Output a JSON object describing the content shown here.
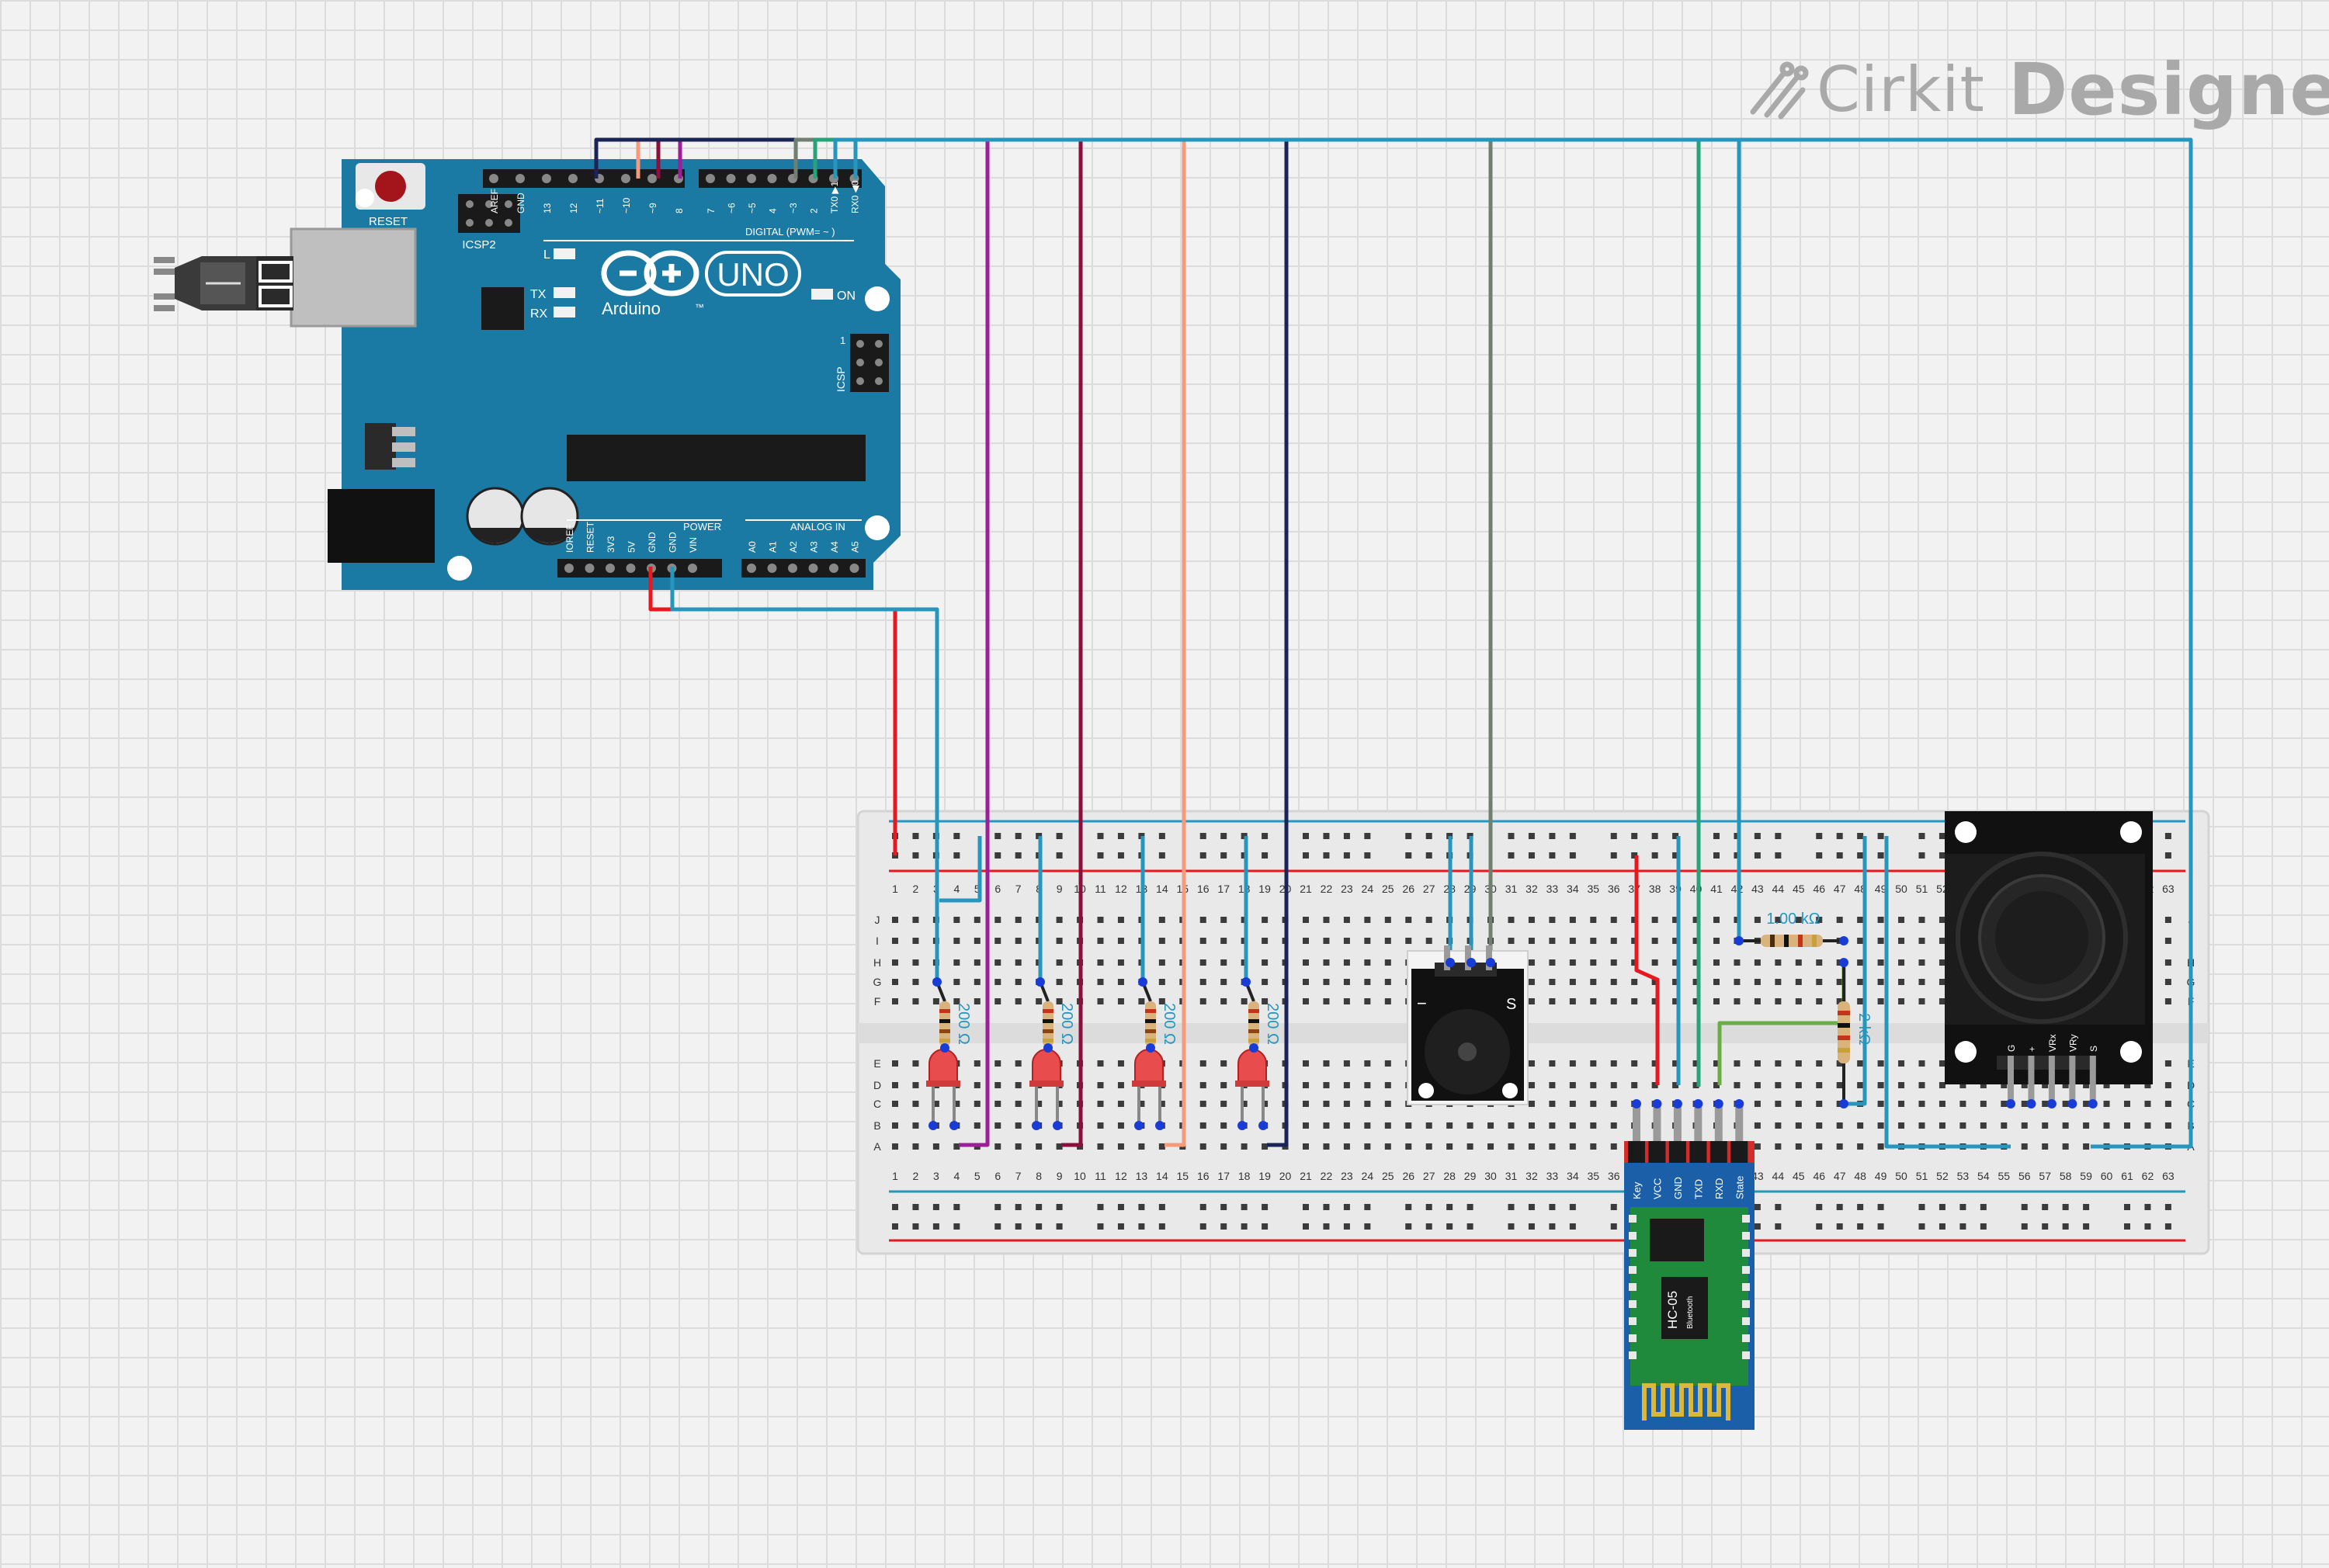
{
  "brand": {
    "name_light": "Cirkit",
    "name_bold": "Designer"
  },
  "colors": {
    "arduino_board": "#1b7aa3",
    "breadboard": "#e9e9e9",
    "wire_red": "#e8181f",
    "wire_blue": "#2596be",
    "wire_purple": "#9b1f97",
    "wire_maroon": "#8a0f3c",
    "wire_salmon": "#f59b7c",
    "wire_navy": "#1a2456",
    "wire_grey": "#6f7f70",
    "wire_green": "#27a37a",
    "wire_lightgreen": "#6aad43"
  },
  "arduino": {
    "reset_label": "RESET",
    "icsp2_label": "ICSP2",
    "icsp_label": "ICSP",
    "icsp_pin1": "1",
    "uno_label": "UNO",
    "brand_label": "Arduino",
    "tm_label": "™",
    "on_label": "ON",
    "l_label": "L",
    "tx_label": "TX",
    "rx_label": "RX",
    "digital_label": "DIGITAL (PWM= ~ )",
    "power_label": "POWER",
    "analog_label": "ANALOG IN",
    "top_pins": [
      "AREF",
      "GND",
      "13",
      "12",
      "~11",
      "~10",
      "~9",
      "8",
      "7",
      "~6",
      "~5",
      "4",
      "~3",
      "2",
      "TX0 ▶1",
      "RX0 ◀0"
    ],
    "bottom_pins": [
      "IOREF",
      "RESET",
      "3V3",
      "5V",
      "GND",
      "GND",
      "VIN",
      "A0",
      "A1",
      "A2",
      "A3",
      "A4",
      "A5"
    ]
  },
  "breadboard": {
    "columns": 63,
    "row_letters_top": [
      "J",
      "I",
      "H",
      "G",
      "F"
    ],
    "row_letters_bottom": [
      "E",
      "D",
      "C",
      "B",
      "A"
    ]
  },
  "components": {
    "resistor_led": [
      "200 Ω",
      "200 Ω",
      "200 Ω",
      "200 Ω"
    ],
    "resistor_1k": "1.00 kΩ",
    "resistor_2k": "2 kΩ",
    "buzzer_pin": "S",
    "hc05": {
      "pins": [
        "Key",
        "VCC",
        "GND",
        "TXD",
        "RXD",
        "State"
      ],
      "name": "HC-05",
      "sub": "Bluetooth"
    },
    "joystick": {
      "pins": [
        "G",
        "+",
        "VRx",
        "VRy",
        "S"
      ]
    }
  }
}
